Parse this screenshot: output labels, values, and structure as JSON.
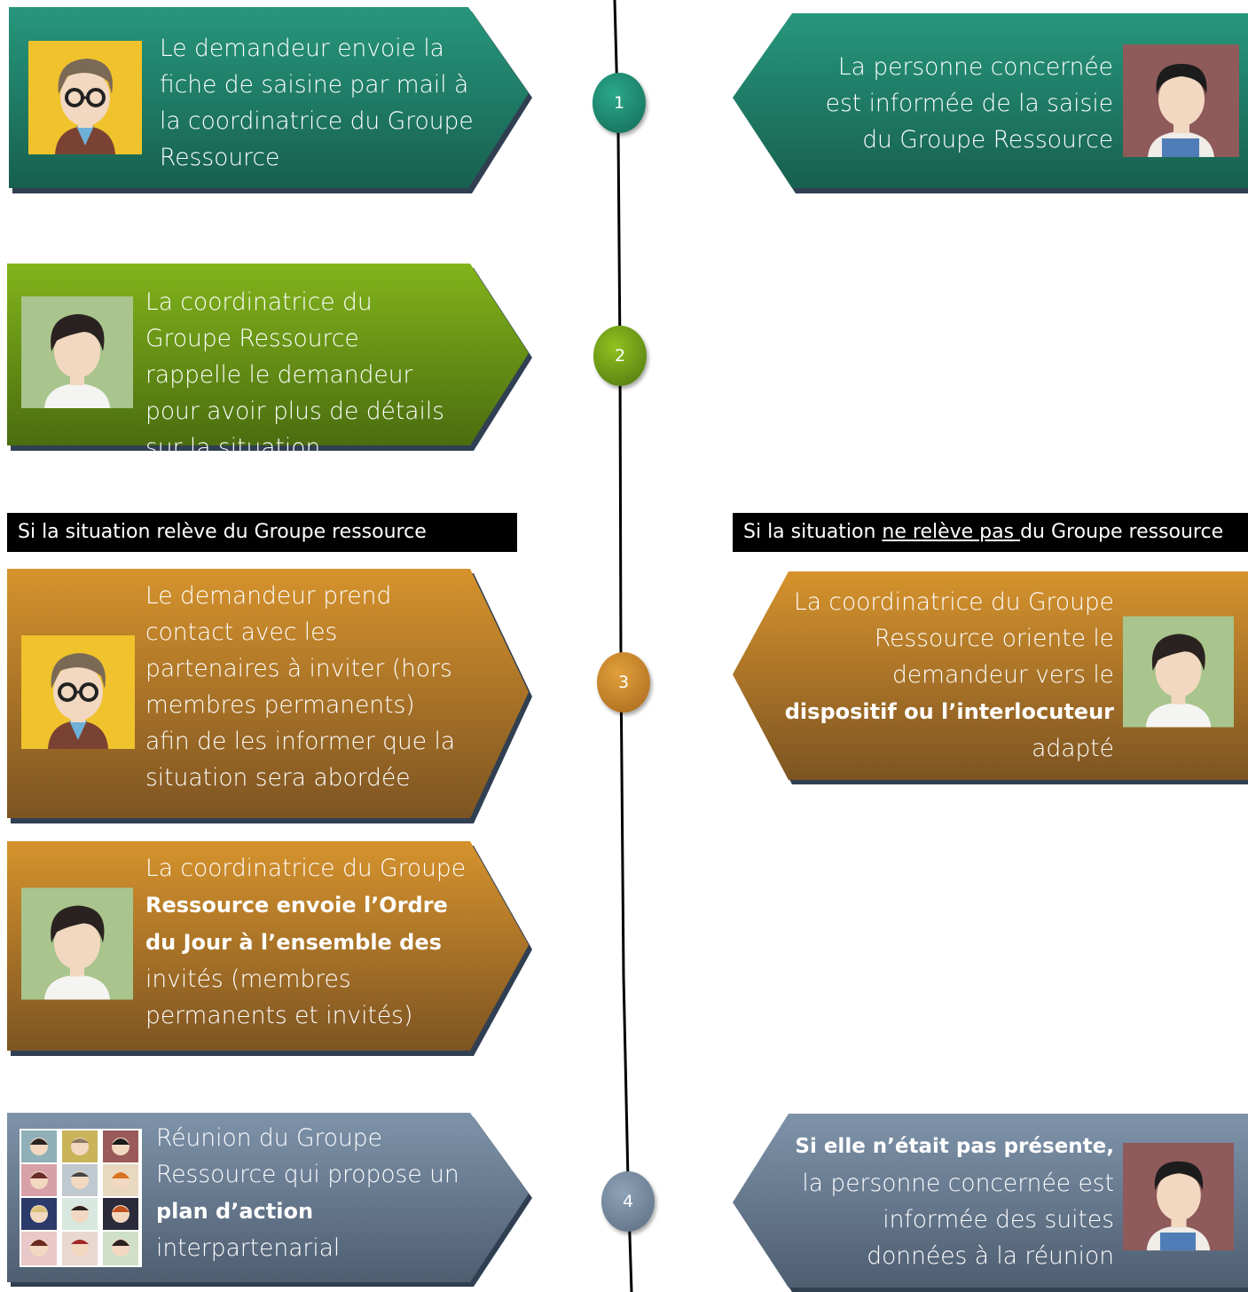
{
  "colors": {
    "teal": "#1f8a72",
    "green": "#6e9a16",
    "orange": "#c98a2a",
    "slate": "#6d8198",
    "line": "#000000"
  },
  "step_numbers": [
    "1",
    "2",
    "3",
    "4"
  ],
  "step1": {
    "left_text": "Le demandeur envoie la fiche de saisine par mail à la coordinatrice du Groupe Ressource",
    "right_text": "La personne concernée est informée de la saisie du Groupe Ressource"
  },
  "step2": {
    "left_text": "La coordinatrice du Groupe Ressource rappelle le demandeur pour avoir plus de détails sur la situation"
  },
  "branch": {
    "left_label": "Si la situation relève du Groupe ressource",
    "right_label_pre": "Si la situation ",
    "right_label_underlined": "ne relève pas ",
    "right_label_post": "du Groupe ressource"
  },
  "step3": {
    "left_text": "Le demandeur prend contact avec les partenaires à inviter (hors membres permanents) afin de les informer que la situation sera abordée",
    "right_text_1": "La coordinatrice du Groupe Ressource oriente le demandeur vers le",
    "right_text_bold": "dispositif ou l’interlocuteur",
    "right_text_2": "adapté",
    "left2_text_1": "La coordinatrice du Groupe",
    "left2_text_bold": "Ressource envoie l’Ordre du Jour à l’ensemble des",
    "left2_text_2": "invités (membres permanents et invités)"
  },
  "step4": {
    "left_text_1": "Réunion du Groupe Ressource qui propose un",
    "left_text_bold": "plan d’action",
    "left_text_2": "interpartenarial",
    "right_text_bold": "Si elle n’était pas présente,",
    "right_text": "la personne concernée est informée des suites données à la réunion"
  },
  "icons": [
    "woman-glasses-avatar-icon",
    "person-apron-avatar-icon",
    "short-hair-avatar-icon",
    "group-avatars-icon"
  ]
}
